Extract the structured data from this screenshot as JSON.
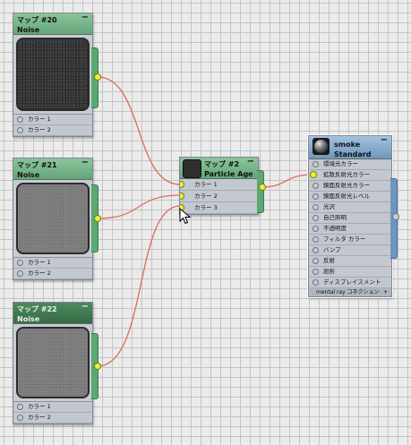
{
  "nodes": {
    "map20": {
      "title": "マップ #20",
      "type": "Noise",
      "slots": [
        "カラー 1",
        "カラー 2"
      ]
    },
    "map21": {
      "title": "マップ #21",
      "type": "Noise",
      "slots": [
        "カラー 1",
        "カラー 2"
      ]
    },
    "map22": {
      "title": "マップ #22",
      "type": "Noise",
      "slots": [
        "カラー 1",
        "カラー 2"
      ]
    },
    "map2": {
      "title": "マップ #2",
      "type": "Particle Age",
      "slots": [
        "カラー 1",
        "カラー 2",
        "カラー 3"
      ]
    },
    "smoke": {
      "title": "smoke",
      "type": "Standard",
      "slots": [
        "環境光カラー",
        "拡散反射光カラー",
        "鏡面反射光カラー",
        "鏡面反射光レベル",
        "光沢",
        "自己照明",
        "不透明度",
        "フィルタ カラー",
        "バンプ",
        "反射",
        "屈折",
        "ディスプレイスメント"
      ],
      "footer": "mental ray コネクション",
      "collapse": "−"
    }
  },
  "collapse_symbol": "−",
  "colors": {
    "header_green": "#64a67a",
    "header_dark_green": "#356b46",
    "header_blue": "#6e97bf",
    "wire": "#e06a5a",
    "port_active": "#e8f23c"
  },
  "icons": {
    "collapse": "minus-icon",
    "port": "circle-port-icon",
    "cursor": "arrow-pointer-icon"
  }
}
